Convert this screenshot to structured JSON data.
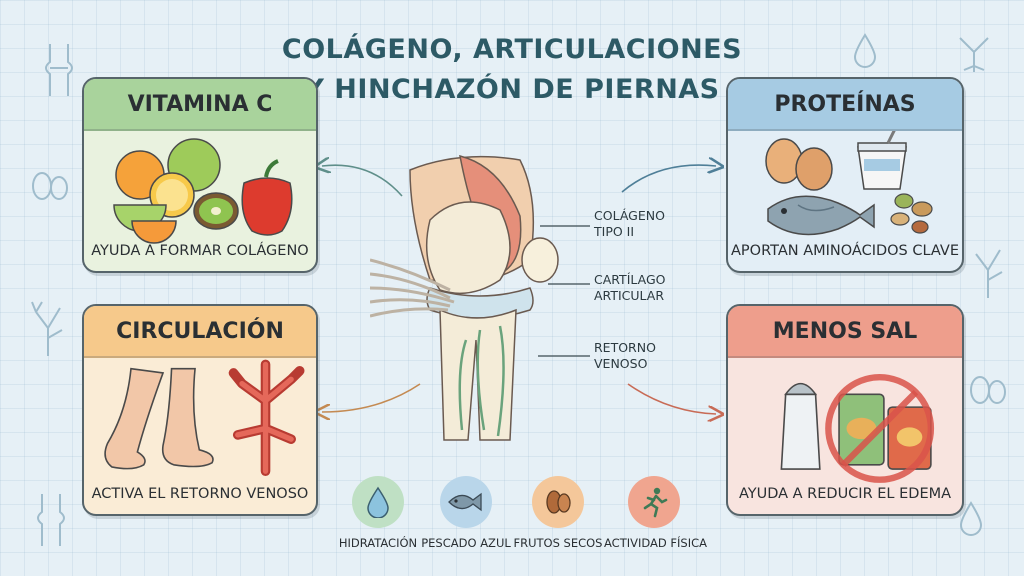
{
  "title": {
    "line1": "COLÁGENO, ARTICULACIONES",
    "line2": "Y HINCHAZÓN DE PIERNAS"
  },
  "cards": {
    "vitamina_c": {
      "heading": "VITAMINA C",
      "caption": "AYUDA A FORMAR COLÁGENO",
      "icon": "citrus-fruits-icon"
    },
    "proteinas": {
      "heading": "PROTEÍNAS",
      "caption": "APORTAN AMINOÁCIDOS CLAVE",
      "icon": "eggs-fish-yogurt-icon"
    },
    "circulacion": {
      "heading": "CIRCULACIÓN",
      "caption": "ACTIVA EL RETORNO VENOSO",
      "icon": "legs-vein-icon"
    },
    "menos_sal": {
      "heading": "MENOS SAL",
      "caption": "AYUDA A REDUCIR EL EDEMA",
      "icon": "no-salt-snacks-icon"
    }
  },
  "knee_labels": {
    "colageno": {
      "line1": "COLÁGENO",
      "line2": "TIPO II"
    },
    "cartilago": {
      "line1": "CARTÍLAGO",
      "line2": "ARTICULAR"
    },
    "retorno": {
      "line1": "RETORNO",
      "line2": "VENOSO"
    }
  },
  "bottom_items": [
    {
      "label": "HIDRATACIÓN",
      "icon": "water-drop-icon",
      "color": "#bfe0c4"
    },
    {
      "label": "PESCADO AZUL",
      "icon": "fish-icon",
      "color": "#b9d6ea"
    },
    {
      "label": "FRUTOS SECOS",
      "icon": "nuts-icon",
      "color": "#f4c79a"
    },
    {
      "label": "ACTIVIDAD FÍSICA",
      "icon": "running-person-icon",
      "color": "#f0a58f"
    }
  ],
  "colors": {
    "title": "#2d5a66",
    "vitamina_c": "#a9d39c",
    "proteinas": "#a6cbe3",
    "circulacion": "#f6c98b",
    "menos_sal": "#ee9e8c"
  }
}
